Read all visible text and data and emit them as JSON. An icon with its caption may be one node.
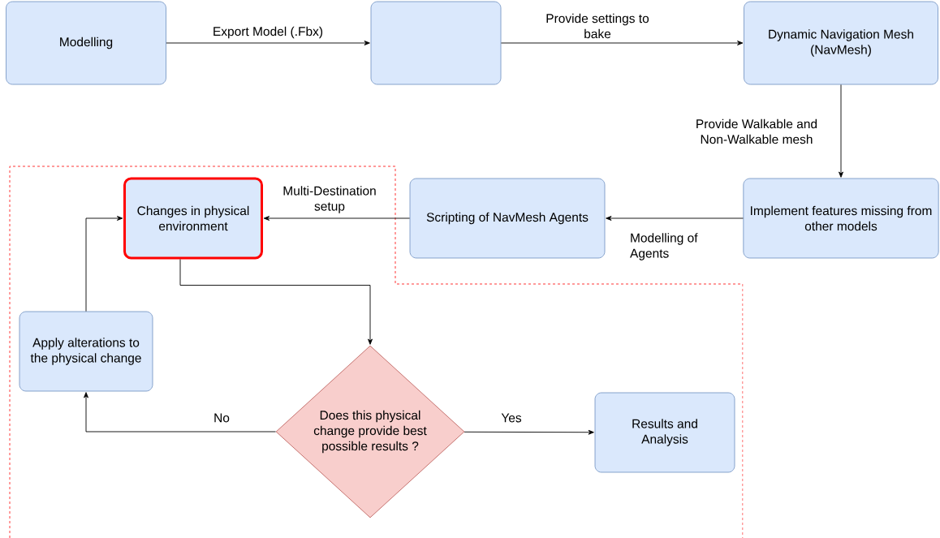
{
  "diagram": {
    "nodes": [
      {
        "text": [
          "Modelling"
        ]
      },
      {
        "text": [],
        "shape": "box"
      },
      {
        "text": [
          "Dynamic Navigation Mesh (NavMesh)"
        ]
      },
      {
        "text": [
          "Implement features missing from other models"
        ]
      },
      {
        "text": [
          "Scripting of NavMesh Agents"
        ]
      },
      {
        "text": [
          "Changes in physical environment"
        ]
      },
      {
        "text": [
          "Apply alterations to the physical change"
        ]
      },
      {
        "text": [
          "Does this physical change provide best possible results ?"
        ]
      },
      {
        "text": [
          "Results and Analysis"
        ]
      }
    ],
    "edges": [
      {
        "from": 0,
        "to": 1,
        "arrow": "to",
        "label": "Export Model (.Fbx)"
      },
      {
        "from": 1,
        "to": 2,
        "arrow": "to",
        "label": "Provide settings to bake"
      },
      {
        "from": 2,
        "to": 3,
        "arrow": "to",
        "label": "Provide Walkable and Non-Walkable mesh"
      },
      {
        "from": 3,
        "to": 4,
        "arrow": "to",
        "label": "Modelling of Agents"
      },
      {
        "from": 4,
        "to": 5,
        "arrow": "to",
        "label": "Multi-Destination setup"
      },
      {
        "from": 5,
        "to": 7,
        "arrow": "to"
      },
      {
        "from": 7,
        "to": 6,
        "arrow": "to",
        "label": "No"
      },
      {
        "from": 7,
        "to": 8,
        "arrow": "to",
        "label": "Yes"
      },
      {
        "from": 6,
        "to": 5,
        "arrow": "to"
      }
    ]
  }
}
